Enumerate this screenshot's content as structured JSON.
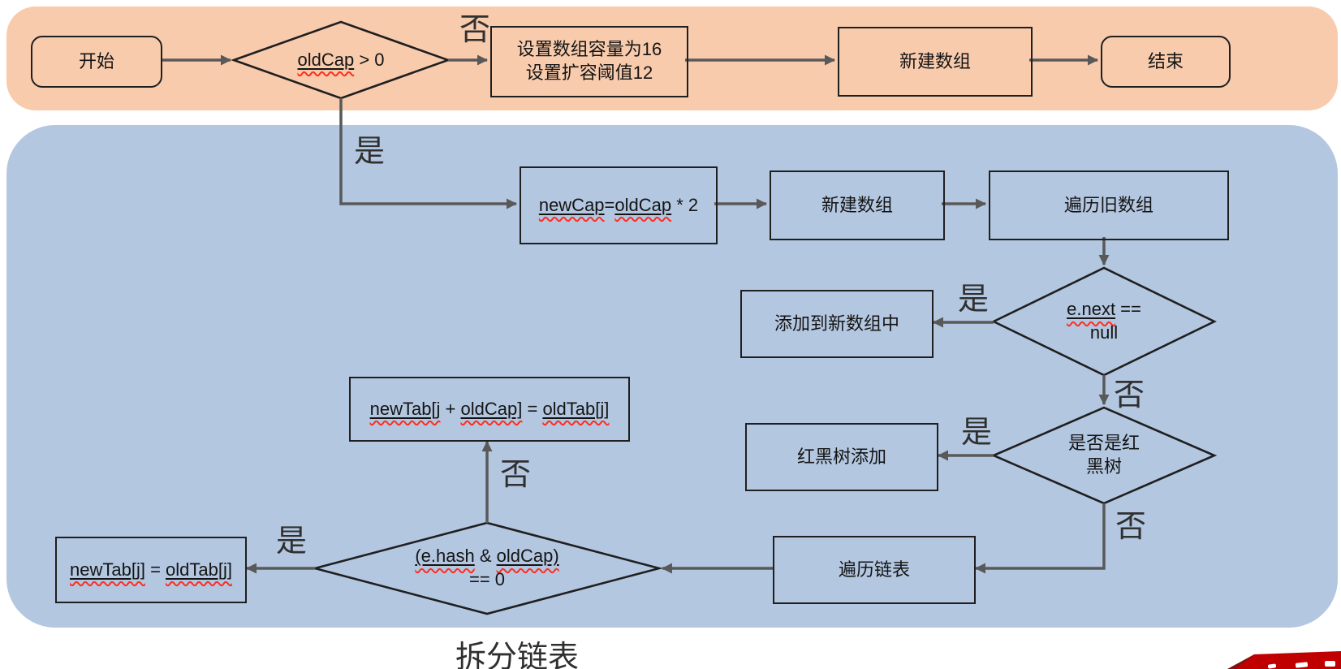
{
  "caption": "拆分链表",
  "edge_labels": {
    "yes": "是",
    "no": "否"
  },
  "colors": {
    "band_top": "#F8CBAD",
    "band_bottom": "#B4C7E1",
    "border": "#1F1F1F",
    "arrow": "#595959",
    "ink": "#141414",
    "spell": "#FF2D1E",
    "label": "#303030",
    "ribbon": "#C00000",
    "ribbon_fold": "#7E1113"
  },
  "nodes": {
    "start": {
      "type": "terminator",
      "lines": [
        [
          {
            "t": "开始"
          }
        ]
      ]
    },
    "decision_oldcap": {
      "type": "decision",
      "lines": [
        [
          {
            "t": "oldCap",
            "u": true
          },
          {
            "t": " > 0"
          }
        ]
      ]
    },
    "set_capacity": {
      "type": "process",
      "lines": [
        [
          {
            "t": "设置数组容量为16"
          }
        ],
        [
          {
            "t": "设置扩容阈值12"
          }
        ]
      ]
    },
    "new_array_top": {
      "type": "process",
      "lines": [
        [
          {
            "t": "新建数组"
          }
        ]
      ]
    },
    "end": {
      "type": "terminator",
      "lines": [
        [
          {
            "t": "结束"
          }
        ]
      ]
    },
    "newcap_calc": {
      "type": "process",
      "lines": [
        [
          {
            "t": "newCap",
            "u": true
          },
          {
            "t": "="
          },
          {
            "t": "oldCap",
            "u": true
          },
          {
            "t": " * 2"
          }
        ]
      ]
    },
    "new_array": {
      "type": "process",
      "lines": [
        [
          {
            "t": "新建数组"
          }
        ]
      ]
    },
    "iterate_old": {
      "type": "process",
      "lines": [
        [
          {
            "t": "遍历旧数组"
          }
        ]
      ]
    },
    "decision_enext": {
      "type": "decision",
      "lines": [
        [
          {
            "t": "e.next",
            "u": true
          },
          {
            "t": " =="
          }
        ],
        [
          {
            "t": "null"
          }
        ]
      ]
    },
    "add_to_new_array": {
      "type": "process",
      "lines": [
        [
          {
            "t": "添加到新数组中"
          }
        ]
      ]
    },
    "decision_rbtree": {
      "type": "decision",
      "lines": [
        [
          {
            "t": "是否是红"
          }
        ],
        [
          {
            "t": "黑树"
          }
        ]
      ]
    },
    "rbtree_add": {
      "type": "process",
      "lines": [
        [
          {
            "t": "红黑树添加"
          }
        ]
      ]
    },
    "iterate_list": {
      "type": "process",
      "lines": [
        [
          {
            "t": "遍历链表"
          }
        ]
      ]
    },
    "decision_hash": {
      "type": "decision",
      "lines": [
        [
          {
            "t": "(e.hash",
            "u": true
          },
          {
            "t": " & "
          },
          {
            "t": "oldCap)",
            "u": true
          }
        ],
        [
          {
            "t": "== 0"
          }
        ]
      ]
    },
    "newtab_j_oldcap": {
      "type": "process",
      "lines": [
        [
          {
            "t": "newTab[j",
            "u": true
          },
          {
            "t": " + "
          },
          {
            "t": "oldCap]",
            "u": true
          },
          {
            "t": " = "
          },
          {
            "t": "oldTab[j]",
            "u": true
          }
        ]
      ]
    },
    "newtab_j": {
      "type": "process",
      "lines": [
        [
          {
            "t": "newTab[j]",
            "u": true
          },
          {
            "t": " = "
          },
          {
            "t": "oldTab[j]",
            "u": true
          }
        ]
      ]
    }
  },
  "edges": [
    {
      "from": "start",
      "to": "decision_oldcap",
      "label": ""
    },
    {
      "from": "decision_oldcap",
      "to": "set_capacity",
      "label": "否"
    },
    {
      "from": "set_capacity",
      "to": "new_array_top",
      "label": ""
    },
    {
      "from": "new_array_top",
      "to": "end",
      "label": ""
    },
    {
      "from": "decision_oldcap",
      "to": "newcap_calc",
      "label": "是"
    },
    {
      "from": "newcap_calc",
      "to": "new_array",
      "label": ""
    },
    {
      "from": "new_array",
      "to": "iterate_old",
      "label": ""
    },
    {
      "from": "iterate_old",
      "to": "decision_enext",
      "label": ""
    },
    {
      "from": "decision_enext",
      "to": "add_to_new_array",
      "label": "是"
    },
    {
      "from": "decision_enext",
      "to": "decision_rbtree",
      "label": "否"
    },
    {
      "from": "decision_rbtree",
      "to": "rbtree_add",
      "label": "是"
    },
    {
      "from": "decision_rbtree",
      "to": "iterate_list",
      "label": "否"
    },
    {
      "from": "iterate_list",
      "to": "decision_hash",
      "label": ""
    },
    {
      "from": "decision_hash",
      "to": "newtab_j",
      "label": "是"
    },
    {
      "from": "decision_hash",
      "to": "newtab_j_oldcap",
      "label": "否"
    }
  ]
}
